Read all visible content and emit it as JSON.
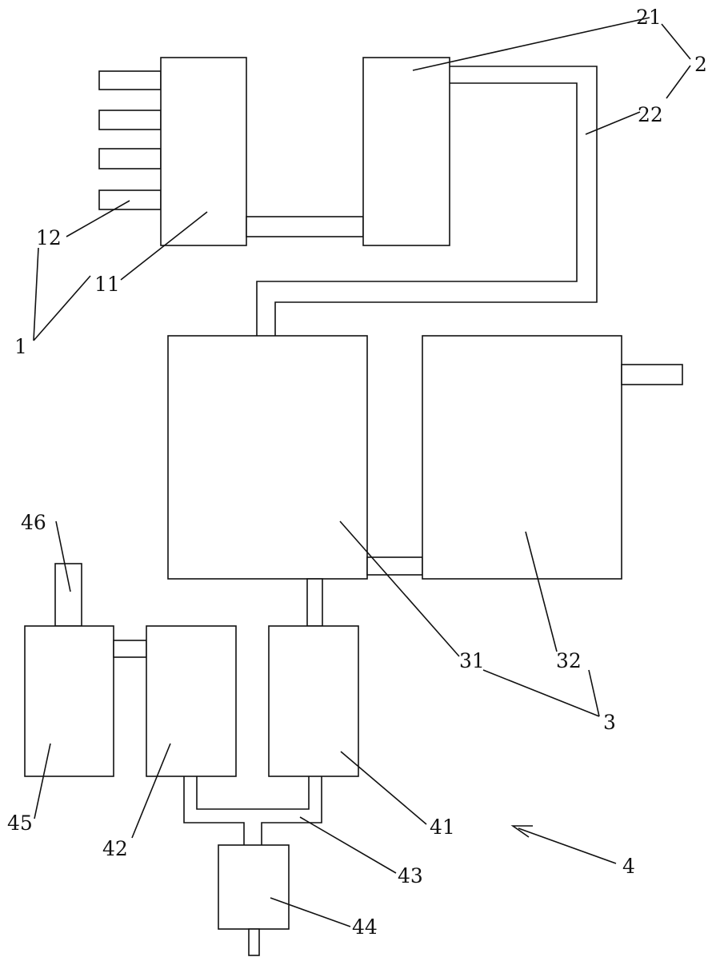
{
  "labels": {
    "n1": "1",
    "n2": "2",
    "n3": "3",
    "n4": "4",
    "n11": "11",
    "n12": "12",
    "n21": "21",
    "n22": "22",
    "n31": "31",
    "n32": "32",
    "n41": "41",
    "n42": "42",
    "n43": "43",
    "n44": "44",
    "n45": "45",
    "n46": "46"
  }
}
